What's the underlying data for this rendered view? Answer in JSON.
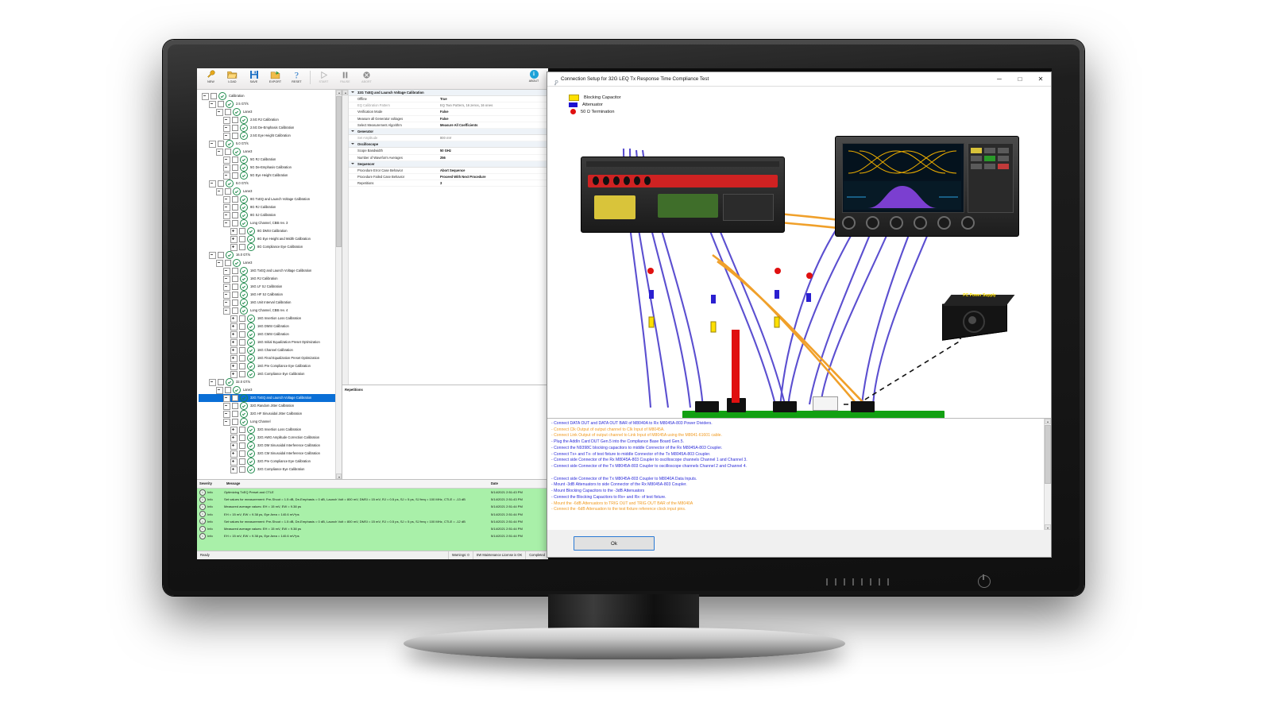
{
  "app": {
    "toolbar": [
      {
        "label": "NEW",
        "icon": "wrench-icon",
        "enabled": true
      },
      {
        "label": "LOAD",
        "icon": "folder-open-icon",
        "enabled": true
      },
      {
        "label": "SAVE",
        "icon": "floppy-disk-icon",
        "enabled": true
      },
      {
        "label": "EXPORT",
        "icon": "export-icon",
        "enabled": true
      },
      {
        "label": "RESET",
        "icon": "question-mark-icon",
        "enabled": true
      },
      {
        "label": "START",
        "icon": "play-icon",
        "enabled": false
      },
      {
        "label": "PAUSE",
        "icon": "pause-icon",
        "enabled": false
      },
      {
        "label": "ABORT",
        "icon": "abort-icon",
        "enabled": false
      }
    ],
    "about_label": "ABOUT",
    "tree": [
      {
        "depth": 0,
        "label": "Calibration",
        "expander": "minus",
        "selected": false
      },
      {
        "depth": 1,
        "label": "2.5 GT/s",
        "expander": "minus",
        "selected": false
      },
      {
        "depth": 2,
        "label": "Lane3",
        "expander": "minus",
        "selected": false
      },
      {
        "depth": 3,
        "label": "2.5G RJ Calibration",
        "expander": "minus",
        "selected": false
      },
      {
        "depth": 3,
        "label": "2.5G De-Emphasis Calibration",
        "expander": "minus",
        "selected": false
      },
      {
        "depth": 3,
        "label": "2.5G Eye Height Calibration",
        "expander": "minus",
        "selected": false
      },
      {
        "depth": 1,
        "label": "5.0 GT/s",
        "expander": "minus",
        "selected": false
      },
      {
        "depth": 2,
        "label": "Lane3",
        "expander": "minus",
        "selected": false
      },
      {
        "depth": 3,
        "label": "5G RJ Calibration",
        "expander": "minus",
        "selected": false
      },
      {
        "depth": 3,
        "label": "5G De-Emphasis Calibration",
        "expander": "minus",
        "selected": false
      },
      {
        "depth": 3,
        "label": "5G Eye Height Calibration",
        "expander": "minus",
        "selected": false
      },
      {
        "depth": 1,
        "label": "8.0 GT/s",
        "expander": "minus",
        "selected": false
      },
      {
        "depth": 2,
        "label": "Lane3",
        "expander": "minus",
        "selected": false
      },
      {
        "depth": 3,
        "label": "8G TxEQ and Launch Voltage Calibration",
        "expander": "minus",
        "selected": false
      },
      {
        "depth": 3,
        "label": "8G RJ Calibration",
        "expander": "minus",
        "selected": false
      },
      {
        "depth": 3,
        "label": "8G SJ Calibration",
        "expander": "minus",
        "selected": false
      },
      {
        "depth": 3,
        "label": "Long Channel, CBB rev. 3",
        "expander": "minus",
        "selected": false
      },
      {
        "depth": 4,
        "label": "8G DMSI Calibration",
        "expander": "plus",
        "selected": false
      },
      {
        "depth": 4,
        "label": "8G Eye Height and Width Calibration",
        "expander": "plus",
        "selected": false
      },
      {
        "depth": 4,
        "label": "8G Compliance Eye Calibration",
        "expander": "plus",
        "selected": false
      },
      {
        "depth": 1,
        "label": "16.0 GT/s",
        "expander": "minus",
        "selected": false
      },
      {
        "depth": 2,
        "label": "Lane3",
        "expander": "minus",
        "selected": false
      },
      {
        "depth": 3,
        "label": "16G TxEQ and Launch Voltage Calibration",
        "expander": "minus",
        "selected": false
      },
      {
        "depth": 3,
        "label": "16G RJ Calibration",
        "expander": "minus",
        "selected": false
      },
      {
        "depth": 3,
        "label": "16G LF SJ Calibration",
        "expander": "minus",
        "selected": false
      },
      {
        "depth": 3,
        "label": "16G HF SJ Calibration",
        "expander": "minus",
        "selected": false
      },
      {
        "depth": 3,
        "label": "16G Unit Interval Calibration",
        "expander": "minus",
        "selected": false
      },
      {
        "depth": 3,
        "label": "Long Channel, CBB rev. 4",
        "expander": "minus",
        "selected": false
      },
      {
        "depth": 4,
        "label": "16G Insertion Loss Calibration",
        "expander": "plus",
        "selected": false
      },
      {
        "depth": 4,
        "label": "16G DMSI Calibration",
        "expander": "plus",
        "selected": false
      },
      {
        "depth": 4,
        "label": "16G CMSI Calibration",
        "expander": "plus",
        "selected": false
      },
      {
        "depth": 4,
        "label": "16G Initial Equalization Preset Optimization",
        "expander": "plus",
        "selected": false
      },
      {
        "depth": 4,
        "label": "16G Channel Calibration",
        "expander": "plus",
        "selected": false
      },
      {
        "depth": 4,
        "label": "16G Final Equalization Preset Optimization",
        "expander": "plus",
        "selected": false
      },
      {
        "depth": 4,
        "label": "16G Pre Compliance Eye Calibration",
        "expander": "plus",
        "selected": false
      },
      {
        "depth": 4,
        "label": "16G Compliance Eye Calibration",
        "expander": "plus",
        "selected": false
      },
      {
        "depth": 1,
        "label": "32.0 GT/s",
        "expander": "minus",
        "selected": false
      },
      {
        "depth": 2,
        "label": "Lane3",
        "expander": "minus",
        "selected": false
      },
      {
        "depth": 3,
        "label": "32G TxEQ and Launch Voltage Calibration",
        "expander": "minus",
        "selected": true
      },
      {
        "depth": 3,
        "label": "32G Random Jitter Calibration",
        "expander": "minus",
        "selected": false
      },
      {
        "depth": 3,
        "label": "32G HF Sinusoidal Jitter Calibration",
        "expander": "minus",
        "selected": false
      },
      {
        "depth": 3,
        "label": "Long Channel",
        "expander": "minus",
        "selected": false
      },
      {
        "depth": 4,
        "label": "32G Insertion Loss Calibration",
        "expander": "plus",
        "selected": false
      },
      {
        "depth": 4,
        "label": "32G AWG Amplitude Correction Calibration",
        "expander": "plus",
        "selected": false
      },
      {
        "depth": 4,
        "label": "32G DM Sinusoidal Interference Calibration",
        "expander": "plus",
        "selected": false
      },
      {
        "depth": 4,
        "label": "32G CM Sinusoidal Interference Calibration",
        "expander": "plus",
        "selected": false
      },
      {
        "depth": 4,
        "label": "32G Pre Compliance Eye Calibration",
        "expander": "plus",
        "selected": false
      },
      {
        "depth": 4,
        "label": "32G Compliance Eye Calibration",
        "expander": "plus",
        "selected": false
      }
    ],
    "properties": [
      {
        "kind": "group",
        "name": "32G TxEQ and Launch Voltage Calibration"
      },
      {
        "kind": "row",
        "name": "Offline",
        "value": "True",
        "dim": false
      },
      {
        "kind": "row",
        "name": "EQ Calibration Pattern",
        "value": "EQ Two Pattern, 16 zeros, 16 ones",
        "dim": true
      },
      {
        "kind": "row",
        "name": "Verification Mode",
        "value": "False",
        "dim": false
      },
      {
        "kind": "row",
        "name": "Measure all Generator voltages",
        "value": "False",
        "dim": false
      },
      {
        "kind": "row",
        "name": "Select Measurement Algorithm",
        "value": "Measure All Coefficients",
        "dim": false
      },
      {
        "kind": "group",
        "name": "Generator"
      },
      {
        "kind": "row",
        "name": "Set Amplitude",
        "value": "800 mV",
        "dim": true
      },
      {
        "kind": "group",
        "name": "Oscilloscope"
      },
      {
        "kind": "row",
        "name": "Scope Bandwidth",
        "value": "50 GHz",
        "dim": false
      },
      {
        "kind": "row",
        "name": "Number of Waveform Averages",
        "value": "256",
        "dim": false
      },
      {
        "kind": "group",
        "name": "Sequencer"
      },
      {
        "kind": "row",
        "name": "Procedure Error Case Behavior",
        "value": "Abort Sequence",
        "dim": false
      },
      {
        "kind": "row",
        "name": "Procedure Failed Case Behavior",
        "value": "Proceed With Next Procedure",
        "dim": false
      },
      {
        "kind": "row",
        "name": "Repetitions",
        "value": "3",
        "dim": false
      }
    ],
    "prop_footer_label": "Repetitions",
    "log": {
      "columns": [
        "Severity",
        "Message",
        "Date"
      ],
      "rows": [
        {
          "severity": "Info",
          "message": "Optimizing TxEQ Preset and CTLE",
          "date": "5/14/2021 2:51:43 PM"
        },
        {
          "severity": "Info",
          "message": "Set values for measurement: Pre-Shoot = 1.5 dB, De-Emphasis = 0 dB, Launch Volt = 800 mV, DMSI = 15 mV, RJ = 0.5 ps, SJ = 5 ps, SJ freq = 100 MHz, CTLE = -13 dB",
          "date": "5/14/2021 2:51:43 PM"
        },
        {
          "severity": "Info",
          "message": "Measured average values: EH = 15 mV, EW = 9.38 ps",
          "date": "5/14/2021 2:51:44 PM"
        },
        {
          "severity": "Info",
          "message": "EH = 15 mV, EW = 9.38 ps, Eye Area = 140.6 mV*ps",
          "date": "5/14/2021 2:51:44 PM"
        },
        {
          "severity": "Info",
          "message": "Set values for measurement: Pre-Shoot = 1.5 dB, De-Emphasis = 0 dB, Launch Volt = 800 mV, DMSI = 15 mV, RJ = 0.5 ps, SJ = 5 ps, SJ freq = 100 MHz, CTLE = -12 dB",
          "date": "5/14/2021 2:51:44 PM"
        },
        {
          "severity": "Info",
          "message": "Measured average values: EH = 15 mV, EW = 9.38 ps",
          "date": "5/14/2021 2:51:44 PM"
        },
        {
          "severity": "Info",
          "message": "EH = 15 mV, EW = 9.38 ps, Eye Area = 140.6 mV*ps",
          "date": "5/14/2021 2:51:44 PM"
        }
      ]
    },
    "status": {
      "ready": "Ready",
      "warnings": "Warnings: 0",
      "license": "SW Maintenance License is OK",
      "state": "Completed"
    }
  },
  "dialog": {
    "title": "Connection Setup for 32G LEQ Tx Response Time Compliance Test",
    "window_buttons": {
      "minimize": "─",
      "maximize": "□",
      "close": "✕"
    },
    "legend": [
      {
        "label": "Blocking Capacitor",
        "color": "#ffe000",
        "shape": "rect"
      },
      {
        "label": "Attenuator",
        "color": "#1e10d0",
        "shape": "rect"
      },
      {
        "label": "50 Ω Termination",
        "color": "#e01010",
        "shape": "circle"
      }
    ],
    "equipment_labels": [
      "PC Power Supply"
    ],
    "instructions": [
      {
        "text": "- Connect DATA OUT and DATA OUT BAR of M8040A to Rx M8045A-803 Power Dividers.",
        "color": "#2b2bd8"
      },
      {
        "text": "- Connect Clk Output of output channel to Clk Input of M8045A.",
        "color": "#f09a20"
      },
      {
        "text": "- Connect Link Output of output channel to Link Input of M8045A using the M8041-61601 cable.",
        "color": "#f09a20"
      },
      {
        "text": "- Plug the AddIn Card DUT Gen.5 into the Compliance Base Board Gen.5.",
        "color": "#2b2bd8"
      },
      {
        "text": "- Connect the N9398C blocking capacitors to middle Connector of the Rx M8045A-803 Coupler.",
        "color": "#2b2bd8"
      },
      {
        "text": "- Connect Tx+ and Tx- of test fixture to middle Connector of the Tx M8045A-803 Coupler.",
        "color": "#2b2bd8"
      },
      {
        "text": "- Connect side Connector of the Rx M8045A-803 Coupler to oscilloscope channels Channel 1 and Channel 3.",
        "color": "#2b2bd8"
      },
      {
        "text": "- Connect side Connector of the Tx M8045A-803 Coupler to oscilloscope channels Channel 2 and Channel 4.",
        "color": "#2b2bd8"
      },
      {
        "text": "",
        "color": "#2b2bd8"
      },
      {
        "text": "- Connect side Connector of the Tx M8045A-803 Coupler to M8040A Data Inputs.",
        "color": "#2b2bd8"
      },
      {
        "text": "- Mount -3dB Attenuators to side Connector of the Rx M8045A-803 Coupler.",
        "color": "#2b2bd8"
      },
      {
        "text": "- Mount Blocking Capacitors to the -3dB Attenuators",
        "color": "#2b2bd8"
      },
      {
        "text": "- Connect the Blocking Capacitors to Rx+ and Rx- of test fixture.",
        "color": "#2b2bd8"
      },
      {
        "text": "- Mount the -6dB Attenuators to TRIG OUT and TRIG OUT BAR of the M8040A",
        "color": "#f09a20"
      },
      {
        "text": "- Connect the -6dB Attenuation to the test fixture reference clock input pins.",
        "color": "#f09a20"
      }
    ],
    "ok_label": "Ok"
  }
}
